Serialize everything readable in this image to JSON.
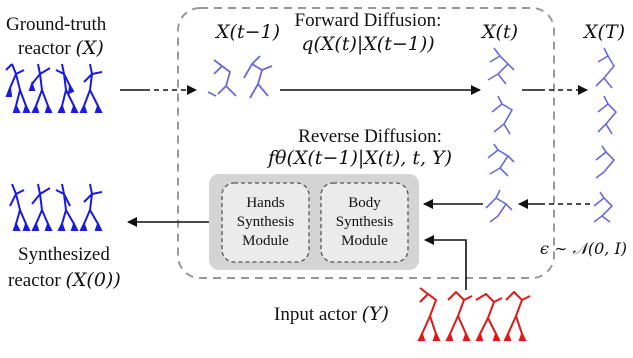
{
  "labels": {
    "ground_truth_line1": "Ground-truth",
    "ground_truth_line2": "reactor",
    "ground_truth_var": "(X)",
    "forward_title": "Forward Diffusion:",
    "forward_eq": "q(X(t)|X(t−1))",
    "reverse_title": "Reverse Diffusion:",
    "reverse_eq": "fθ(X(t−1)|X(t), t, Y)",
    "x_t_minus_1": "X(t−1)",
    "x_t": "X(t)",
    "x_T": "X(T)",
    "noise": "ϵ ∼ 𝒩(0, I)",
    "synth_line1": "Synthesized",
    "synth_line2": "reactor",
    "synth_var": "(X(0))",
    "input_actor": "Input actor",
    "input_actor_var": "(Y)"
  },
  "modules": {
    "hands": [
      "Hands",
      "Synthesis",
      "Module"
    ],
    "body": [
      "Body",
      "Synthesis",
      "Module"
    ]
  },
  "colors": {
    "reactor": "#1a1ae0",
    "noisy": "#6a6ad8",
    "actor": "#e01818",
    "module_panel": "#d4d4d4",
    "dashed_border": "#999999"
  }
}
